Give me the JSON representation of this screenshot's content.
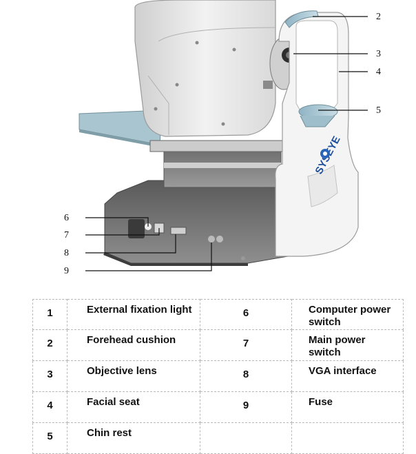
{
  "brand": "SYSEYE",
  "callouts_top": [
    "2",
    "3",
    "4",
    "5"
  ],
  "callouts_left": [
    "6",
    "7",
    "8",
    "9"
  ],
  "table": {
    "rows": [
      {
        "n1": "1",
        "p1": "External fixation light",
        "n2": "6",
        "p2": "Computer power switch"
      },
      {
        "n1": "2",
        "p1": "Forehead cushion",
        "n2": "7",
        "p2": "Main power switch"
      },
      {
        "n1": "3",
        "p1": "Objective lens",
        "n2": "8",
        "p2": "VGA interface"
      },
      {
        "n1": "4",
        "p1": "Facial seat",
        "n2": "9",
        "p2": "Fuse"
      },
      {
        "n1": "5",
        "p1": "Chin rest",
        "n2": "",
        "p2": ""
      }
    ]
  }
}
